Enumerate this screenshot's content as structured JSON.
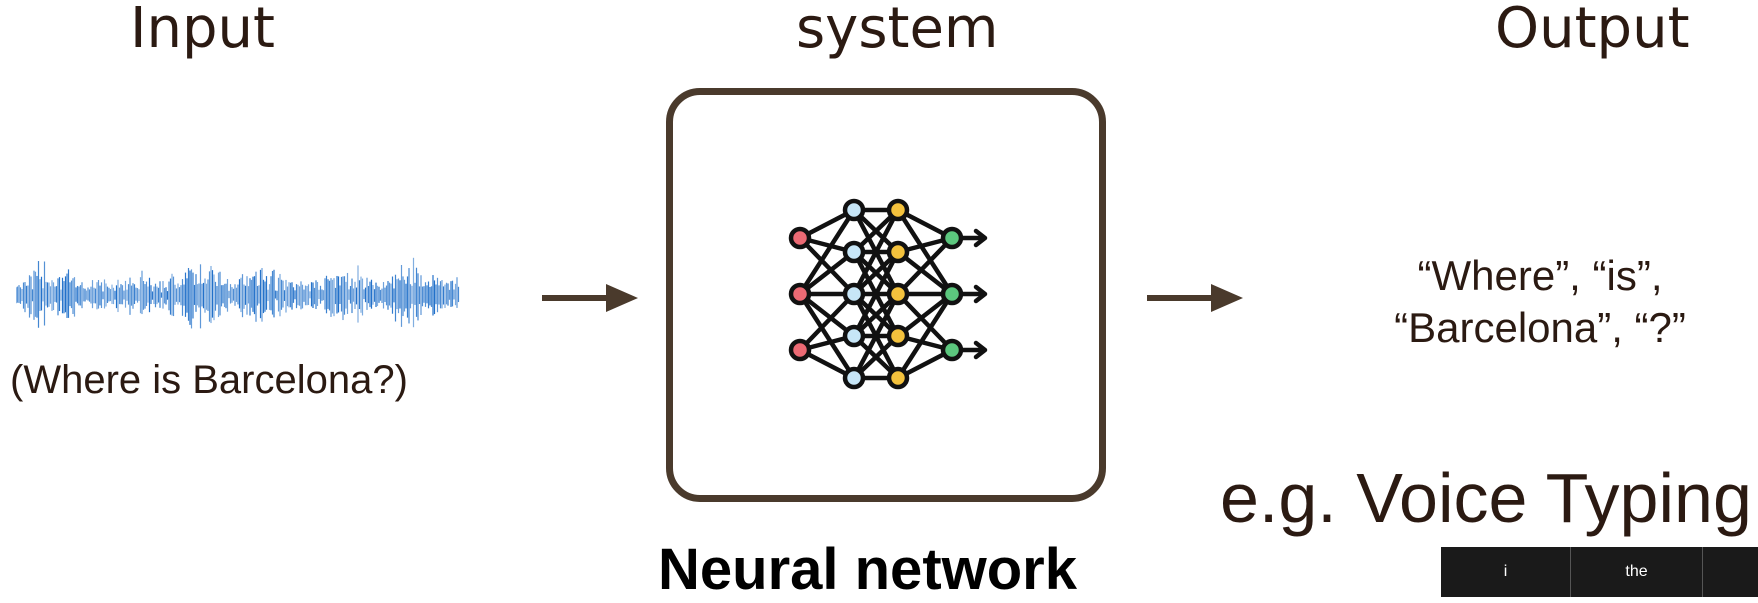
{
  "headings": {
    "input": "Input",
    "system": "system",
    "output": "Output"
  },
  "input": {
    "caption": "(Where is Barcelona?)",
    "waveform_color": "#1f6fc9"
  },
  "system": {
    "label": "Neural network",
    "icon": "neural-network-icon",
    "box_color": "#4a3a2c"
  },
  "output": {
    "line1": "“Where”,  “is”,",
    "line2": "“Barcelona”, “?”",
    "example": "e.g. Voice Typing"
  },
  "keyboard_suggestions": [
    "i",
    "the",
    ""
  ],
  "colors": {
    "arrow": "#4a3a2c",
    "text": "#2b1a12",
    "node_red": "#ec6a74",
    "node_blue": "#c7e6f7",
    "node_yellow": "#f4c23d",
    "node_green": "#5cc77e"
  }
}
